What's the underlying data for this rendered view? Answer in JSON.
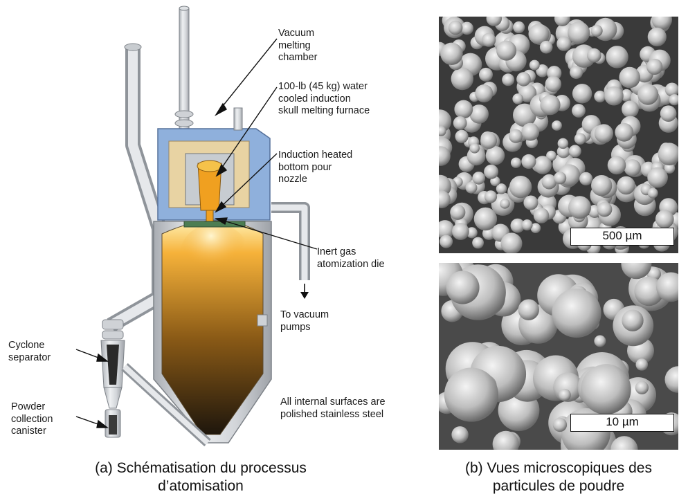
{
  "diagram": {
    "labels": {
      "vacuum_chamber": [
        "Vacuum",
        "melting",
        "chamber"
      ],
      "furnace": [
        "100-lb (45 kg) water",
        "cooled induction",
        "skull melting furnace"
      ],
      "nozzle": [
        "Induction heated",
        "bottom pour",
        "nozzle"
      ],
      "die": [
        "Inert gas",
        "atomization die"
      ],
      "vacuum_pumps": [
        "To vacuum",
        "pumps"
      ],
      "cyclone": [
        "Cyclone",
        "separator"
      ],
      "canister": [
        "Powder",
        "collection",
        "canister"
      ],
      "surfaces": [
        "All internal surfaces are",
        "polished stainless steel"
      ]
    },
    "caption": [
      "(a) Schématisation du processus",
      "d’atomisation"
    ]
  },
  "micrographs": {
    "top": {
      "scale": "500 µm"
    },
    "bottom": {
      "scale": "10 µm"
    },
    "caption": [
      "(b) Vues microscopiques des",
      "particules de poudre"
    ]
  },
  "colors": {
    "chamber_blue": "#8fb0dc",
    "steel": "#d6d9dd",
    "molten": "#f0a020",
    "furnace_tan": "#e8d3a3"
  }
}
